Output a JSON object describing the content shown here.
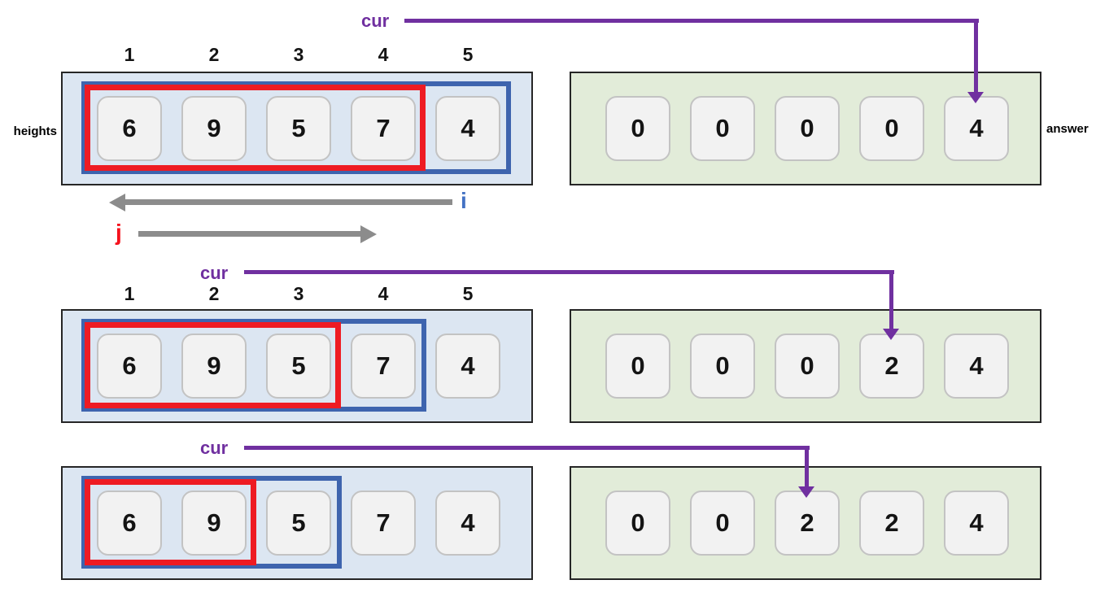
{
  "labels": {
    "cur": "cur",
    "heights": "heights",
    "answer": "answer",
    "i": "i",
    "j": "j"
  },
  "index_labels": [
    "1",
    "2",
    "3",
    "4",
    "5"
  ],
  "steps": [
    {
      "heights": [
        "6",
        "9",
        "5",
        "7",
        "4"
      ],
      "answer": [
        "0",
        "0",
        "0",
        "0",
        "4"
      ],
      "red_span_start": 1,
      "red_span_end": 4,
      "blue_cell": 5,
      "cur_column": 5
    },
    {
      "heights": [
        "6",
        "9",
        "5",
        "7",
        "4"
      ],
      "answer": [
        "0",
        "0",
        "0",
        "2",
        "4"
      ],
      "red_span_start": 1,
      "red_span_end": 3,
      "blue_cell": 4,
      "cur_column": 4
    },
    {
      "heights": [
        "6",
        "9",
        "5",
        "7",
        "4"
      ],
      "answer": [
        "0",
        "0",
        "2",
        "2",
        "4"
      ],
      "red_span_start": 1,
      "red_span_end": 2,
      "blue_cell": 3,
      "cur_column": 3
    }
  ],
  "colors": {
    "purple_cur": "#7030a0",
    "red_window": "#ee1b23",
    "blue_window": "#3e64ae",
    "i_label_blue": "#4472c4",
    "j_label_red": "#f5121d",
    "gray_arrow": "#8c8c8c",
    "heights_fill": "#dce6f2",
    "answer_fill": "#e2ecd9",
    "cell_fill": "#f2f2f2"
  }
}
